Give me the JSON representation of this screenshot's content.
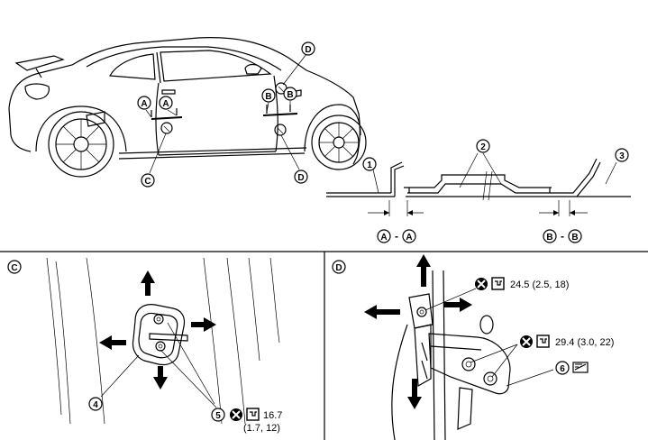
{
  "overview": {
    "callouts": {
      "A": "A",
      "B": "B",
      "C": "C",
      "D": "D"
    }
  },
  "section_view": {
    "parts": {
      "p1": "1",
      "p2": "2",
      "p3": "3"
    },
    "section_labels": [
      {
        "from": "A",
        "dash": "-",
        "to": "A"
      },
      {
        "from": "B",
        "dash": "-",
        "to": "B"
      }
    ]
  },
  "detail_c": {
    "id": "C",
    "parts": {
      "p4": "4",
      "p5": "5"
    },
    "torque_value": "16.7",
    "torque_units": "(1.7, 12)"
  },
  "detail_d": {
    "id": "D",
    "parts": {
      "p6": "6"
    },
    "torque_upper_value": "24.5 (2.5, 18)",
    "torque_lower_value": "29.4 (3.0, 22)"
  }
}
